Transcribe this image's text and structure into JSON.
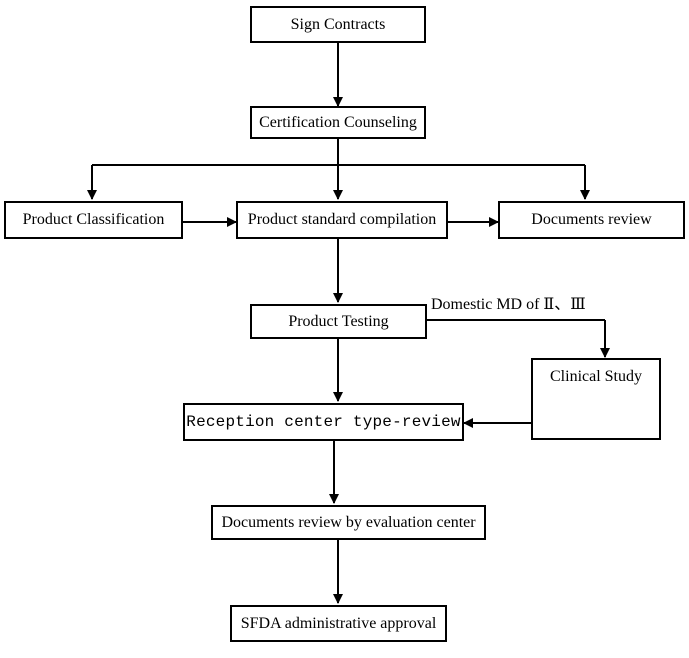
{
  "nodes": {
    "sign_contracts": "Sign Contracts",
    "certification_counseling": "Certification Counseling",
    "product_classification": "Product Classification",
    "product_standard_compilation": "Product standard compilation",
    "documents_review": "Documents review",
    "product_testing": "Product Testing",
    "clinical_study": "Clinical Study",
    "reception_center": "Reception center type-review",
    "documents_review_evaluation": "Documents review by evaluation center",
    "sfda_approval": "SFDA administrative approval"
  },
  "edge_labels": {
    "domestic_md": "Domestic MD of Ⅱ、Ⅲ"
  }
}
